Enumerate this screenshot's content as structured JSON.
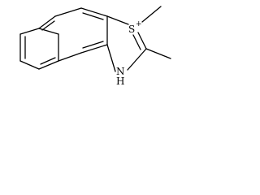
{
  "structure": {
    "atoms": {
      "sulfur": {
        "symbol": "S",
        "charge": "+"
      },
      "nitrogen": {
        "symbol": "N",
        "hydrogen": "H"
      }
    }
  },
  "colors": {
    "background": "#ffffff",
    "ink": "#000000"
  }
}
